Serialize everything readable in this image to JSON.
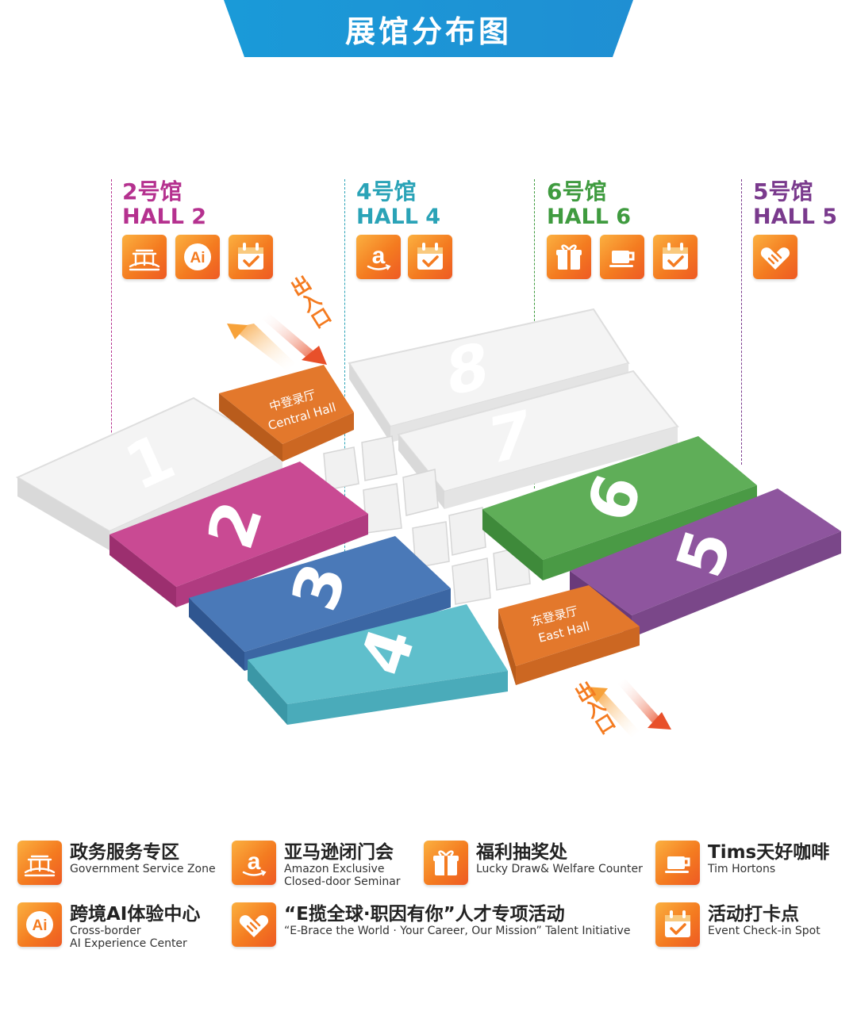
{
  "header": {
    "title": "展馆分布图"
  },
  "halls_header": [
    {
      "cn": "2号馆",
      "en": "HALL 2",
      "color": "#b5318f"
    },
    {
      "cn": "4号馆",
      "en": "HALL 4",
      "color": "#2aa3b7"
    },
    {
      "cn": "6号馆",
      "en": "HALL 6",
      "color": "#3f9b3f"
    },
    {
      "cn": "5号馆",
      "en": "HALL 5",
      "color": "#7a3a8d"
    }
  ],
  "map": {
    "halls": {
      "h1": "1",
      "h2": "2",
      "h3": "3",
      "h4": "4",
      "h5": "5",
      "h6": "6",
      "h7": "7",
      "h8": "8"
    },
    "central_hall": {
      "cn": "中登录厅",
      "en": "Central Hall"
    },
    "east_hall": {
      "cn": "东登录厅",
      "en": "East Hall"
    },
    "exit_label": "出入口",
    "colors": {
      "hall_white": "#eeeeee",
      "hall_2": "#c94a93",
      "hall_3": "#4a79b8",
      "hall_4": "#5fbfcc",
      "hall_5": "#8e559e",
      "hall_6": "#5fae58",
      "lobby": "#e3782c"
    }
  },
  "legend": [
    {
      "icon": "government-pavilion-icon",
      "cn": "政务服务专区",
      "en": [
        "Government Service Zone"
      ]
    },
    {
      "icon": "amazon-icon",
      "cn": "亚马逊闭门会",
      "en": [
        "Amazon Exclusive",
        "Closed-door Seminar"
      ]
    },
    {
      "icon": "gift-box-icon",
      "cn": "福利抽奖处",
      "en": [
        "Lucky Draw& Welfare Counter"
      ]
    },
    {
      "icon": "coffee-cup-icon",
      "cn": "Tims天好咖啡",
      "en": [
        "Tim Hortons"
      ]
    },
    {
      "icon": "ai-icon",
      "cn": "跨境AI体验中心",
      "en": [
        "Cross-border",
        "AI Experience Center"
      ]
    },
    {
      "icon": "handshake-heart-icon",
      "cn": "“E揽全球·职因有你”人才专项活动",
      "en": [
        "“E-Brace the World · Your Career, Our Mission” Talent Initiative"
      ]
    },
    {
      "icon": "calendar-check-icon",
      "cn": "活动打卡点",
      "en": [
        "Event Check-in Spot"
      ]
    }
  ]
}
